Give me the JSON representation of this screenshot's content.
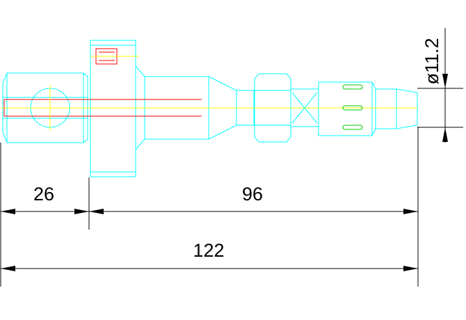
{
  "drawing": {
    "colors": {
      "outline": "#00ffff",
      "centerline": "#ffff00",
      "hidden_feature": "#ff0000",
      "mark": "#00cc00",
      "dimension": "#000000",
      "background": "#ffffff"
    },
    "dimensions": {
      "left_segment": "26",
      "right_segment": "96",
      "overall_length": "122",
      "tip_diameter": "ø11.2"
    }
  }
}
